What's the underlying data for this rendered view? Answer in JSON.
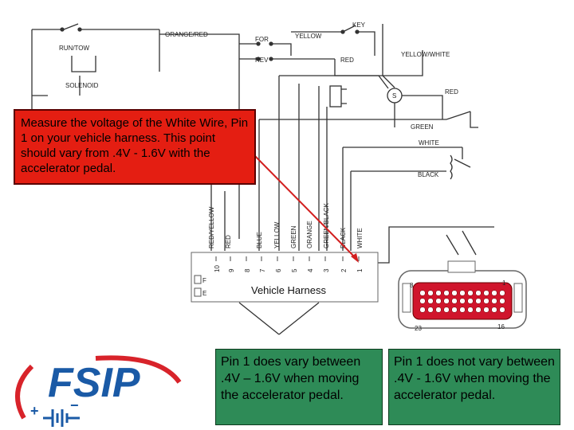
{
  "callout": {
    "text": "Measure the voltage of the White Wire, Pin 1 on your vehicle harness. This point should vary from .4V - 1.6V with the accelerator pedal."
  },
  "answers": {
    "left": "Pin 1 does vary between .4V – 1.6V when moving the accelerator pedal.",
    "right": "Pin 1 does not vary between .4V - 1.6V when moving the accelerator pedal."
  },
  "harness": {
    "label": "Vehicle Harness",
    "pin_numbers": [
      "10",
      "9",
      "8",
      "7",
      "6",
      "5",
      "4",
      "3",
      "2",
      "1"
    ],
    "wire_labels": [
      "RED/YELLOW",
      "RED",
      "BLUE",
      "YELLOW",
      "GREEN",
      "ORANGE",
      "GREEN/BLACK",
      "BLACK",
      "WHITE"
    ],
    "side_labels": [
      "F",
      "E"
    ]
  },
  "schematic": {
    "labels": [
      "RUN/TOW",
      "ORANGE/RED",
      "FOR",
      "REV",
      "YELLOW",
      "KEY",
      "RED",
      "YELLOW/WHITE",
      "SOLENOID",
      "RED",
      "GREEN",
      "WHITE",
      "BLACK",
      "S"
    ]
  },
  "connector": {
    "corner_numbers": [
      "8",
      "1",
      "23",
      "16"
    ]
  },
  "logo": {
    "text": "FSIP",
    "plus": "+",
    "minus": "−"
  },
  "colors": {
    "callout_bg": "#e41e12",
    "answer_bg": "#2e8b57",
    "logo_blue": "#1a5aa6",
    "logo_red": "#d8232a",
    "pointer": "#d21f1f"
  }
}
